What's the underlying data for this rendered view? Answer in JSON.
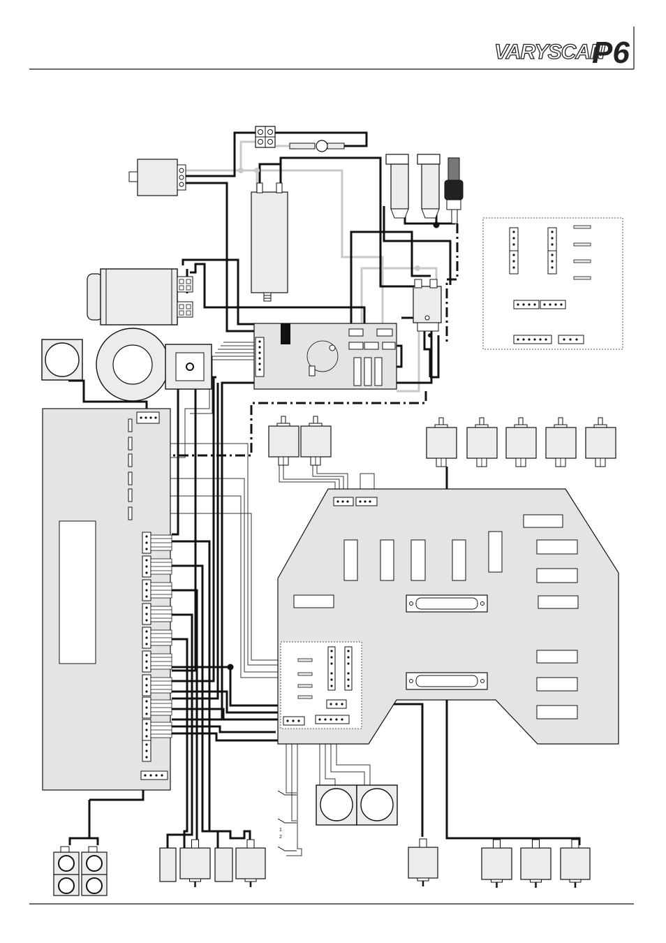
{
  "header": {
    "brand": "VARYSCAN",
    "model": "P6"
  },
  "colors": {
    "line_black": "#111111",
    "line_grey": "#c8c8c8",
    "board_fill": "#e4e4e4",
    "component_fill": "#ececec",
    "page": "#ffffff"
  },
  "legend_box": {
    "style": "dotted"
  },
  "main_board": {
    "switch_labels": [
      "1",
      "2"
    ]
  }
}
